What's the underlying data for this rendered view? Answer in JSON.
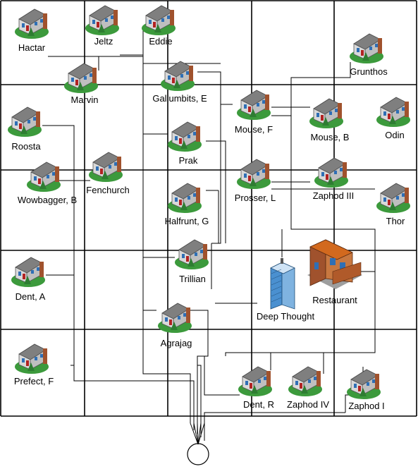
{
  "houses": [
    {
      "id": "hactar",
      "label": "Hactar"
    },
    {
      "id": "jeltz",
      "label": "Jeltz"
    },
    {
      "id": "eddie",
      "label": "Eddie"
    },
    {
      "id": "grunthos",
      "label": "Grunthos"
    },
    {
      "id": "marvin",
      "label": "Marvin"
    },
    {
      "id": "gallumbits",
      "label": "Gallumbits, E"
    },
    {
      "id": "mouse-f",
      "label": "Mouse, F"
    },
    {
      "id": "mouse-b",
      "label": "Mouse, B"
    },
    {
      "id": "odin",
      "label": "Odin"
    },
    {
      "id": "roosta",
      "label": "Roosta"
    },
    {
      "id": "prak",
      "label": "Prak"
    },
    {
      "id": "fenchurch",
      "label": "Fenchurch"
    },
    {
      "id": "wowbagger",
      "label": "Wowbagger, B"
    },
    {
      "id": "halfrunt",
      "label": "Halfrunt, G"
    },
    {
      "id": "prosser",
      "label": "Prosser, L"
    },
    {
      "id": "zaphod-iii",
      "label": "Zaphod III"
    },
    {
      "id": "thor",
      "label": "Thor"
    },
    {
      "id": "trillian",
      "label": "Trillian"
    },
    {
      "id": "dent-a",
      "label": "Dent, A"
    },
    {
      "id": "agrajag",
      "label": "Agrajag"
    },
    {
      "id": "prefect",
      "label": "Prefect, F"
    },
    {
      "id": "dent-r",
      "label": "Dent, R"
    },
    {
      "id": "zaphod-iv",
      "label": "Zaphod IV"
    },
    {
      "id": "zaphod-i",
      "label": "Zaphod I"
    }
  ],
  "buildings": [
    {
      "id": "restaurant",
      "label": "Restaurant",
      "icon": "restaurant-building-icon"
    },
    {
      "id": "deep-thought",
      "label": "Deep Thought",
      "icon": "office-tower-icon"
    }
  ],
  "colors": {
    "grid": "#000000",
    "wire": "#000000",
    "wall": "#d9d9d9",
    "roof": "#7f7f7f",
    "lawn": "#3c9a3c",
    "brick": "#a0522d",
    "window": "#2f6fb5",
    "glass": "#4a90d0",
    "restaurant_roof": "#d2691e"
  }
}
